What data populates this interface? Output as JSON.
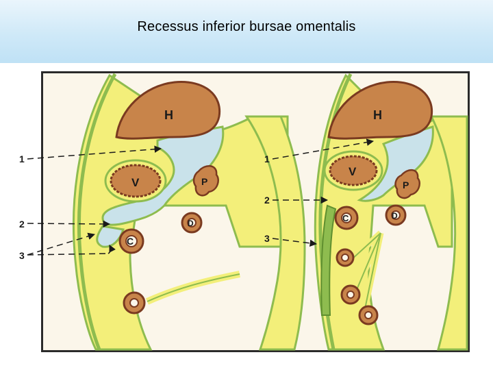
{
  "slide": {
    "title": "Recessus inferior bursae omentalis"
  },
  "colors": {
    "liver": "#c8844a",
    "organ_outline": "#7a3a20",
    "peritoneum_yellow": "#f3ef7a",
    "membrane_green": "#8ebc4f",
    "bursa_blue": "#c9e2ea",
    "cavity": "#fbf6ea",
    "header_blue": "#cfe9f8"
  },
  "panels": [
    {
      "organs": {
        "liver": "H",
        "stomach": "V",
        "pancreas": "P",
        "duodenum": "D",
        "colon": "C"
      },
      "pointers": [
        "1",
        "2",
        "3"
      ]
    },
    {
      "organs": {
        "liver": "H",
        "stomach": "V",
        "pancreas": "P",
        "duodenum": "D",
        "colon": "C"
      },
      "pointers": [
        "1",
        "2",
        "3"
      ]
    }
  ]
}
